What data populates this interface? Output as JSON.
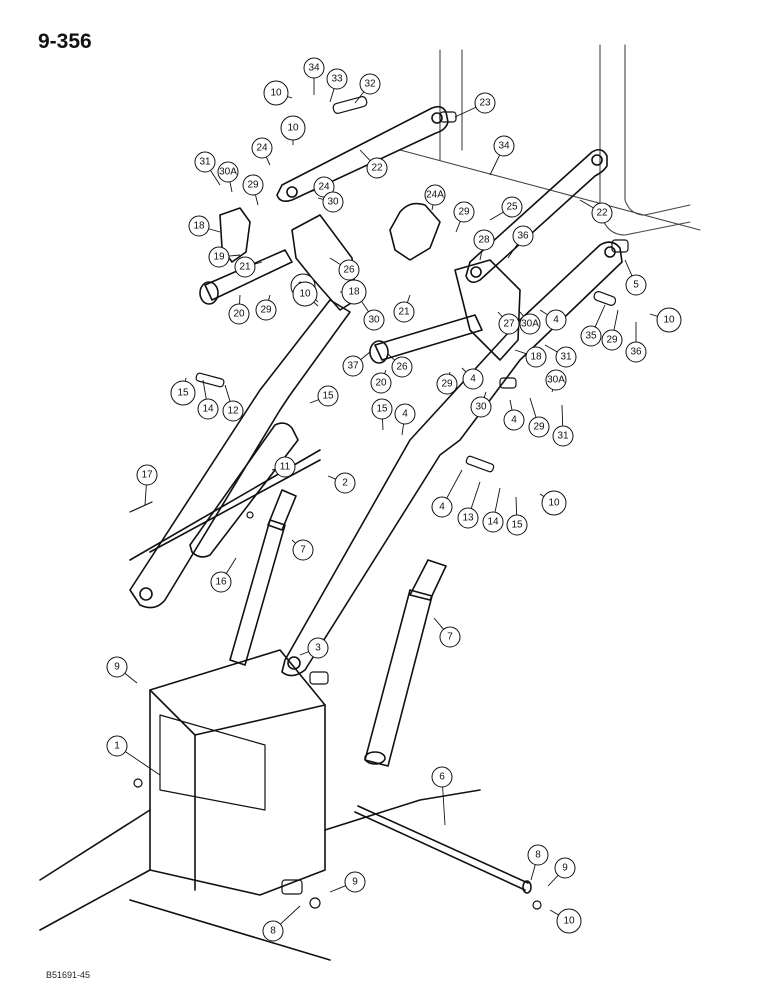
{
  "page_number": "9-356",
  "figure_ref": "B51691-45",
  "callouts": [
    {
      "label": "34"
    },
    {
      "label": "33"
    },
    {
      "label": "32"
    },
    {
      "label": "10"
    },
    {
      "label": "23"
    },
    {
      "label": "10"
    },
    {
      "label": "24"
    },
    {
      "label": "22"
    },
    {
      "label": "34"
    },
    {
      "label": "31"
    },
    {
      "label": "30A"
    },
    {
      "label": "29"
    },
    {
      "label": "24"
    },
    {
      "label": "30"
    },
    {
      "label": "24A"
    },
    {
      "label": "25"
    },
    {
      "label": "22"
    },
    {
      "label": "29"
    },
    {
      "label": "28"
    },
    {
      "label": "36"
    },
    {
      "label": "18"
    },
    {
      "label": "19"
    },
    {
      "label": "21"
    },
    {
      "label": "26"
    },
    {
      "label": "10"
    },
    {
      "label": "18"
    },
    {
      "label": "29"
    },
    {
      "label": "20"
    },
    {
      "label": "21"
    },
    {
      "label": "5"
    },
    {
      "label": "30"
    },
    {
      "label": "27"
    },
    {
      "label": "30A"
    },
    {
      "label": "4"
    },
    {
      "label": "35"
    },
    {
      "label": "29"
    },
    {
      "label": "36"
    },
    {
      "label": "10"
    },
    {
      "label": "10"
    },
    {
      "label": "37"
    },
    {
      "label": "26"
    },
    {
      "label": "18"
    },
    {
      "label": "31"
    },
    {
      "label": "15"
    },
    {
      "label": "14"
    },
    {
      "label": "12"
    },
    {
      "label": "20"
    },
    {
      "label": "29"
    },
    {
      "label": "4"
    },
    {
      "label": "15"
    },
    {
      "label": "30A"
    },
    {
      "label": "15"
    },
    {
      "label": "4"
    },
    {
      "label": "30"
    },
    {
      "label": "4"
    },
    {
      "label": "29"
    },
    {
      "label": "31"
    },
    {
      "label": "17"
    },
    {
      "label": "11"
    },
    {
      "label": "2"
    },
    {
      "label": "4"
    },
    {
      "label": "13"
    },
    {
      "label": "14"
    },
    {
      "label": "15"
    },
    {
      "label": "10"
    },
    {
      "label": "16"
    },
    {
      "label": "7"
    },
    {
      "label": "3"
    },
    {
      "label": "7"
    },
    {
      "label": "9"
    },
    {
      "label": "1"
    },
    {
      "label": "6"
    },
    {
      "label": "8"
    },
    {
      "label": "9"
    },
    {
      "label": "9"
    },
    {
      "label": "8"
    },
    {
      "label": "10"
    }
  ]
}
